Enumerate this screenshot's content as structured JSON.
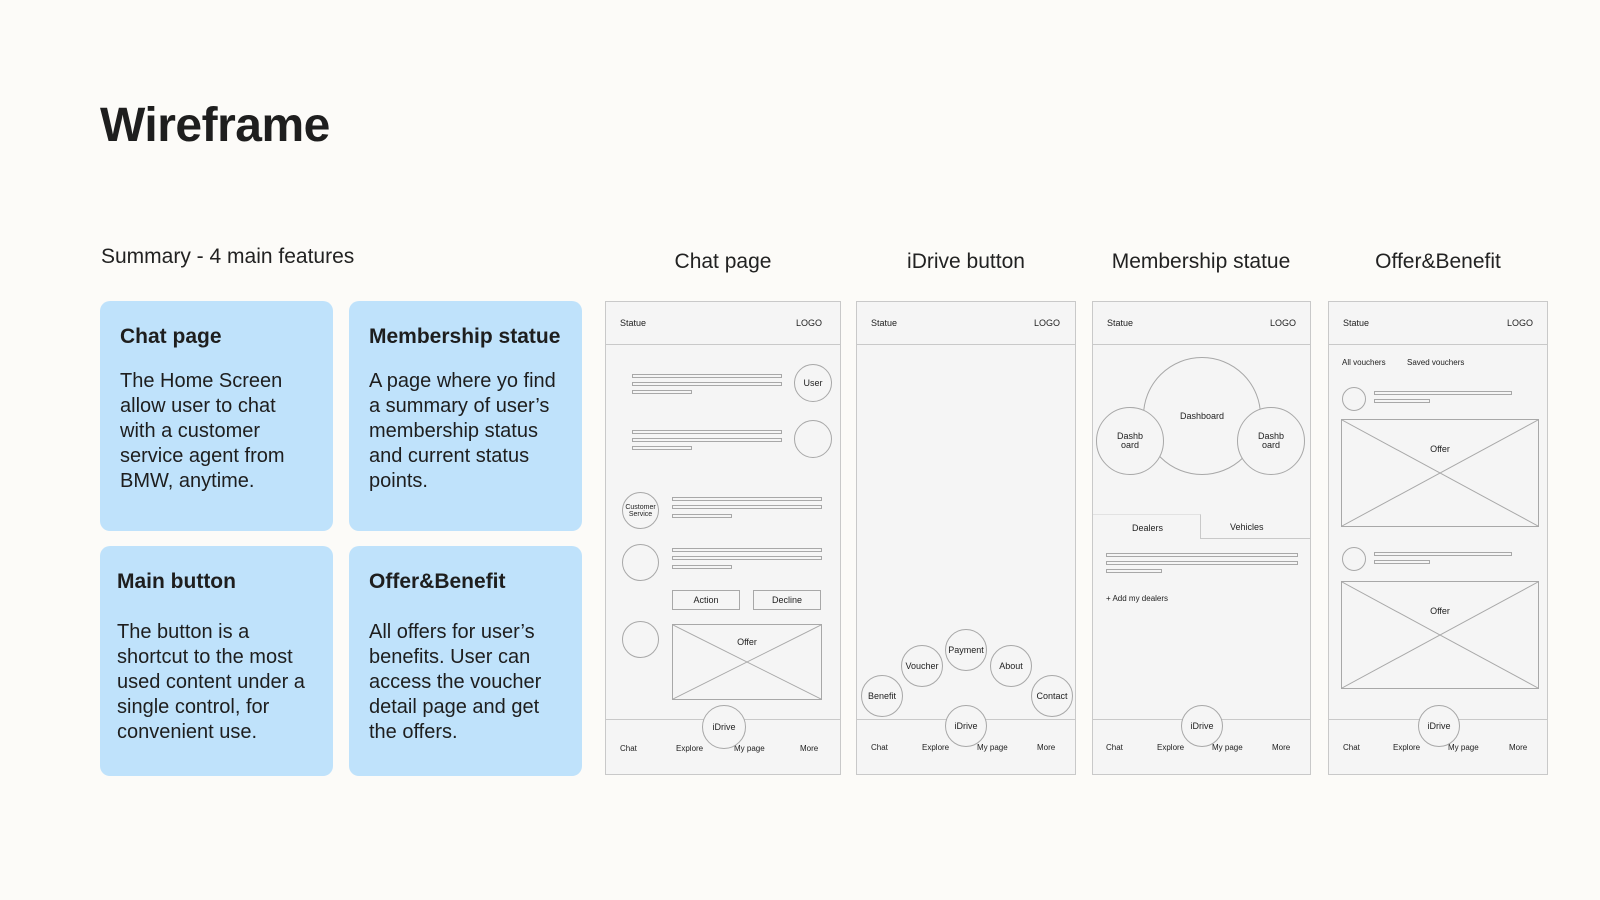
{
  "page": {
    "title": "Wireframe",
    "summary_label": "Summary - 4 main features"
  },
  "cards": [
    {
      "title": "Chat page",
      "text": "The Home Screen allow user to chat with a customer service agent from BMW, anytime."
    },
    {
      "title": "Membership statue",
      "text": "A page where yo find a summary of user’s membership status and current status points."
    },
    {
      "title": "Main button",
      "text": "The button is a shortcut to the most used content under a single control, for convenient use."
    },
    {
      "title": "Offer&Benefit",
      "text": "All offers for user’s benefits. User can access the voucher detail page and get the offers."
    }
  ],
  "columns": [
    "Chat page",
    "iDrive button",
    "Membership statue",
    "Offer&Benefit"
  ],
  "wire": {
    "top_left": "Statue",
    "top_right": "LOGO",
    "nav": [
      "Chat",
      "Explore",
      "My page",
      "More"
    ],
    "center_button": "iDrive"
  },
  "chat_wire": {
    "user": "User",
    "customer_service": "Customer Service",
    "action": "Action",
    "decline": "Decline",
    "offer": "Offer"
  },
  "idrive_wire": {
    "items": [
      "Benefit",
      "Voucher",
      "Payment",
      "About",
      "Contact"
    ]
  },
  "membership_wire": {
    "dashboard": "Dashboard",
    "dash_left": "Dashb oard",
    "dash_right": "Dashb oard",
    "tab_dealers": "Dealers",
    "tab_vehicles": "Vehicles",
    "add_dealers": "+ Add my dealers"
  },
  "offer_wire": {
    "tab_all": "All vouchers",
    "tab_saved": "Saved vouchers",
    "offer1": "Offer",
    "offer2": "Offer"
  }
}
